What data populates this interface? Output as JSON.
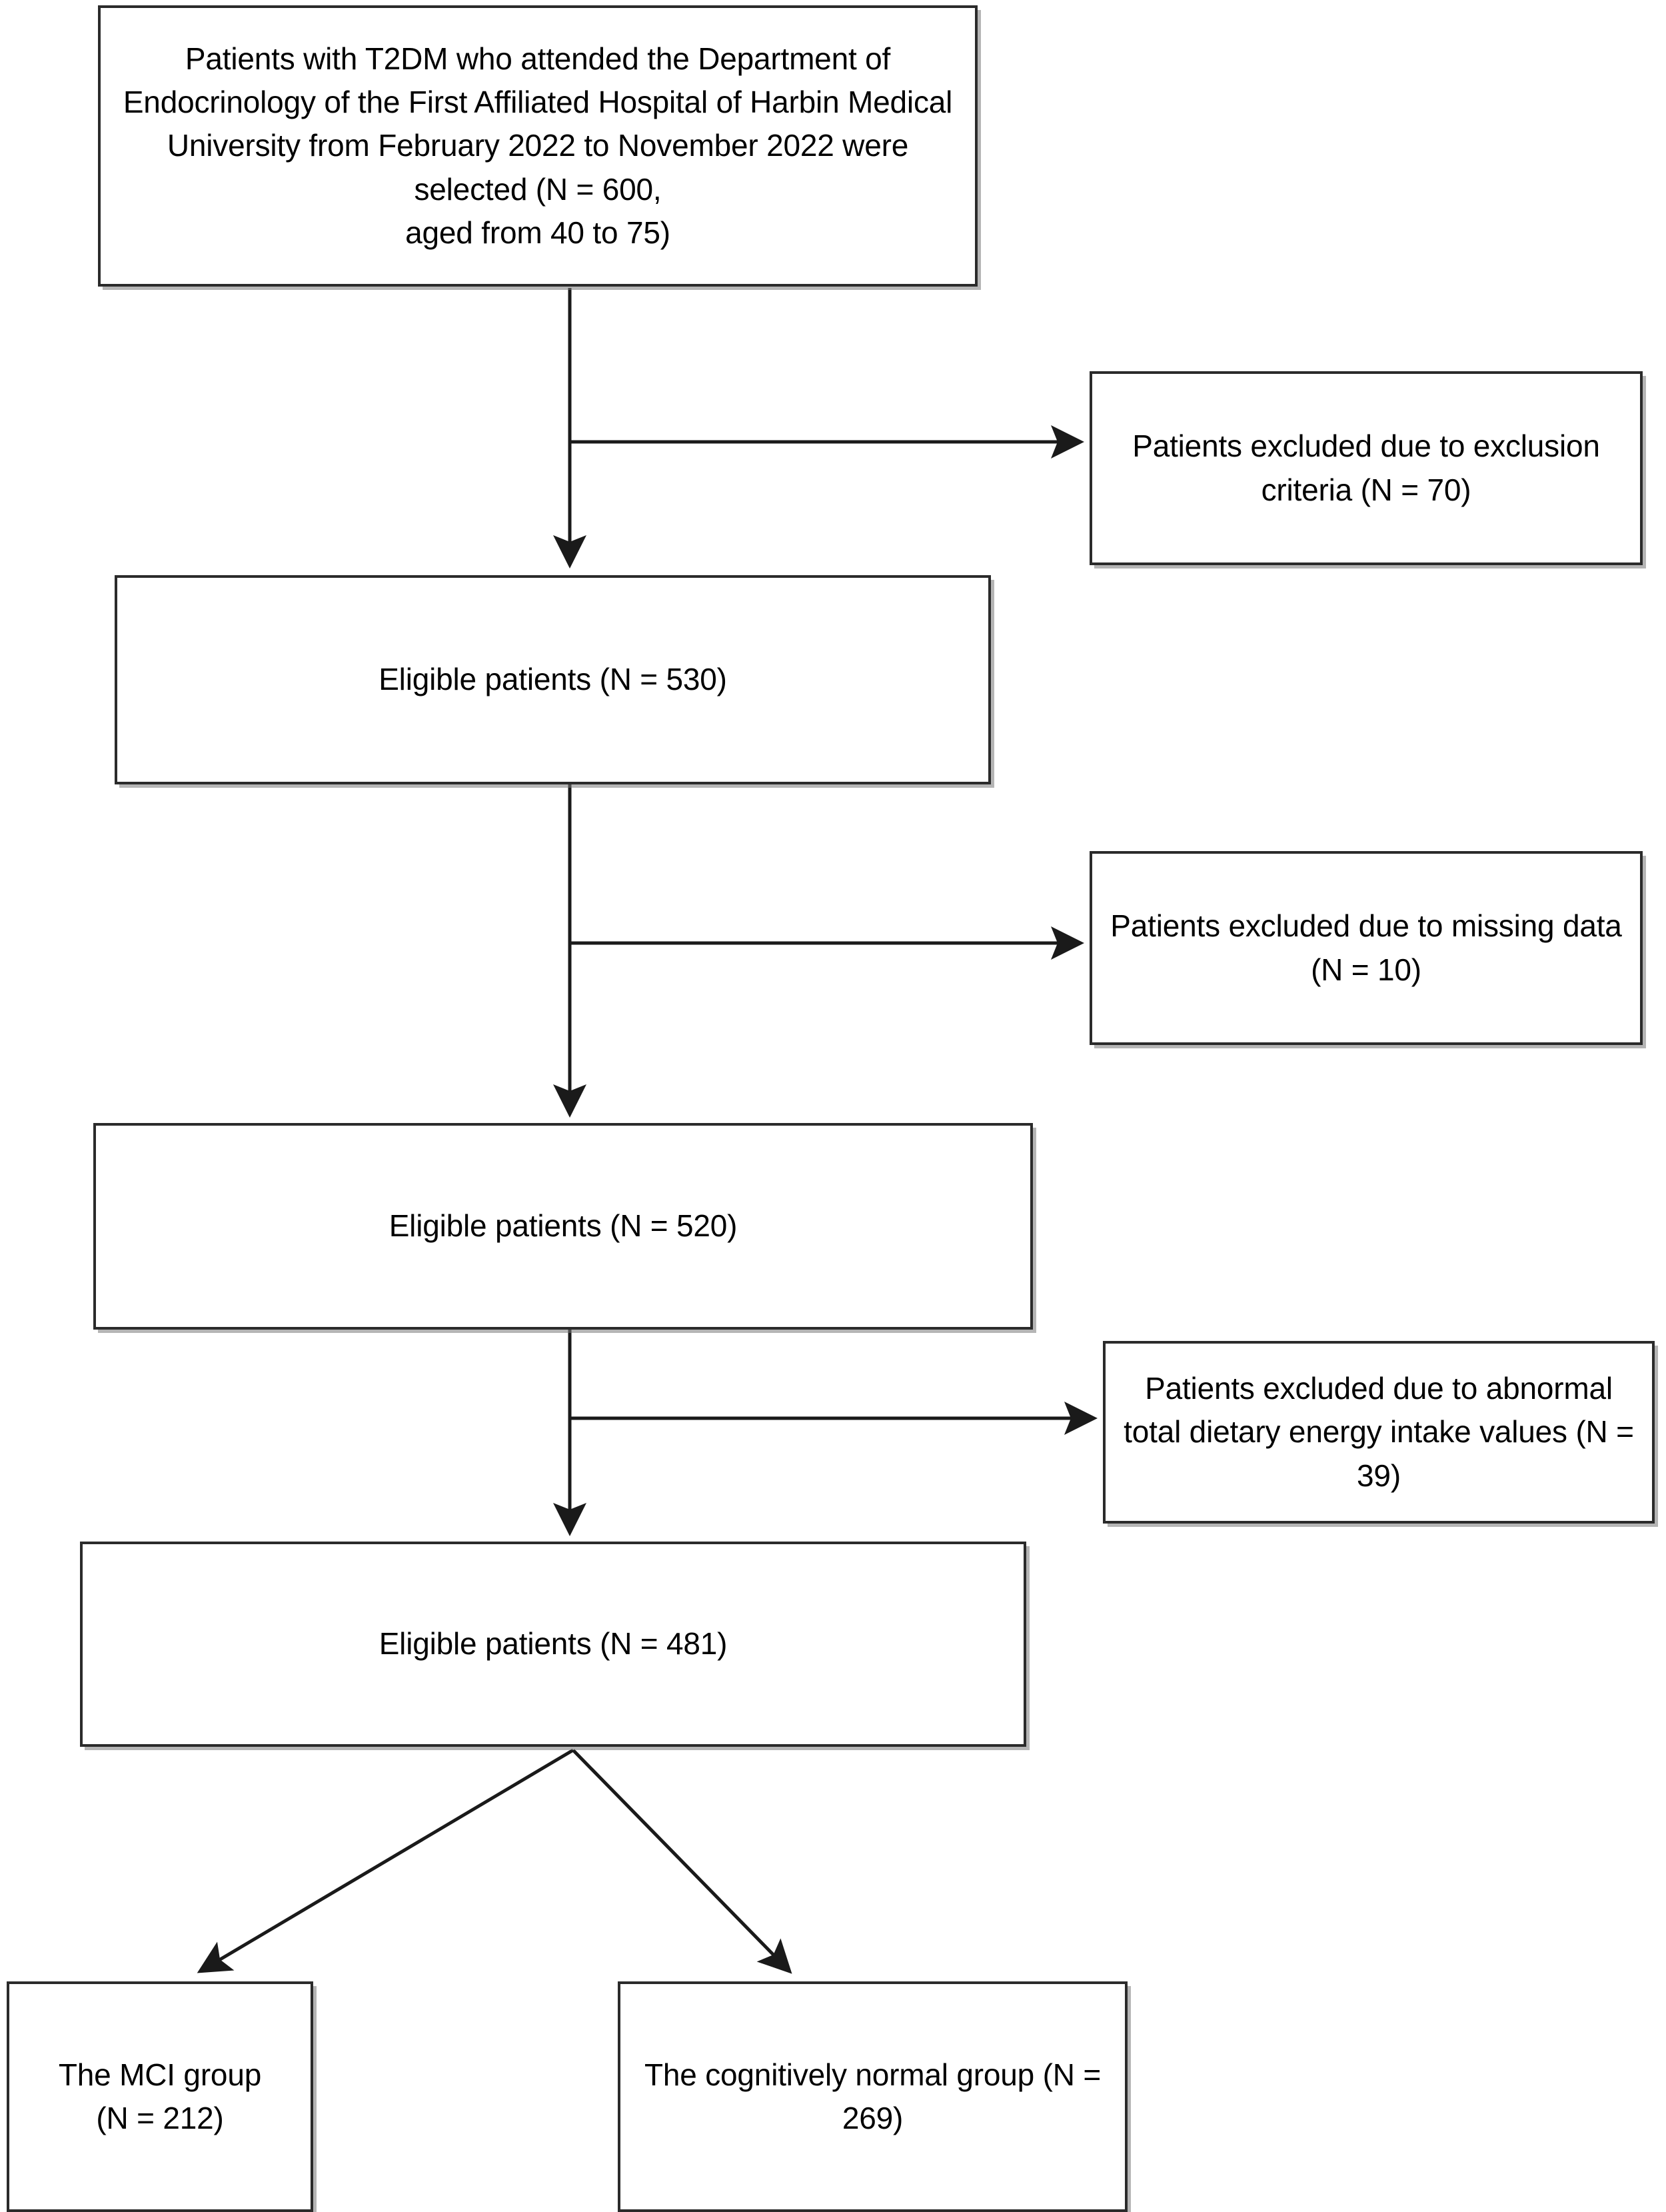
{
  "figure": {
    "type": "flowchart",
    "title": "Patient selection flow diagram",
    "colors": {
      "box_border": "#2b2b2b",
      "box_fill": "#ffffff",
      "arrow": "#1a1a1a",
      "shadow": "#787878"
    }
  },
  "nodes": {
    "source": {
      "text": "Patients with T2DM who attended the Department of Endocrinology of the First Affiliated Hospital of Harbin Medical University from February 2022 to November 2022 were selected (N = 600,\naged from 40 to 75)",
      "n": 600
    },
    "eligible_530": {
      "text": "Eligible patients (N = 530)",
      "n": 530
    },
    "eligible_520": {
      "text": "Eligible patients (N = 520)",
      "n": 520
    },
    "eligible_481": {
      "text": "Eligible patients (N = 481)",
      "n": 481
    },
    "excluded_criteria": {
      "text": "Patients excluded due to exclusion criteria (N = 70)",
      "n": 70
    },
    "excluded_missing": {
      "text": "Patients excluded due to missing data (N = 10)",
      "n": 10
    },
    "excluded_energy": {
      "text": "Patients excluded due to abnormal total dietary energy intake values (N = 39)",
      "n": 39
    },
    "group_mci": {
      "text": "The MCI group\n(N = 212)",
      "n": 212
    },
    "group_normal": {
      "text": "The cognitively normal group (N = 269)",
      "n": 269
    }
  },
  "edges": [
    {
      "from": "source",
      "to": "eligible_530",
      "kind": "vertical"
    },
    {
      "from": "source",
      "to": "excluded_criteria",
      "kind": "branch-right"
    },
    {
      "from": "eligible_530",
      "to": "eligible_520",
      "kind": "vertical"
    },
    {
      "from": "eligible_530",
      "to": "excluded_missing",
      "kind": "branch-right"
    },
    {
      "from": "eligible_520",
      "to": "eligible_481",
      "kind": "vertical"
    },
    {
      "from": "eligible_520",
      "to": "excluded_energy",
      "kind": "branch-right"
    },
    {
      "from": "eligible_481",
      "to": "group_mci",
      "kind": "diagonal-left"
    },
    {
      "from": "eligible_481",
      "to": "group_normal",
      "kind": "diagonal-right"
    }
  ]
}
